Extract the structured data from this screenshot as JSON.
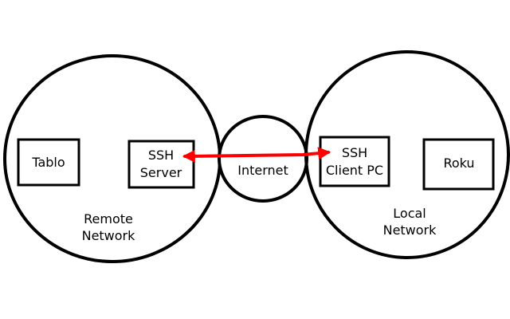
{
  "diagram": {
    "remote_network": {
      "label_line1": "Remote",
      "label_line2": "Network",
      "tablo": "Tablo",
      "ssh_server_line1": "SSH",
      "ssh_server_line2": "Server"
    },
    "internet": {
      "label": "Internet"
    },
    "local_network": {
      "label_line1": "Local",
      "label_line2": "Network",
      "ssh_client_line1": "SSH",
      "ssh_client_line2": "Client PC",
      "roku": "Roku"
    },
    "colors": {
      "line": "#000000",
      "connection_arrow": "#ff0000",
      "background": "#ffffff"
    }
  }
}
